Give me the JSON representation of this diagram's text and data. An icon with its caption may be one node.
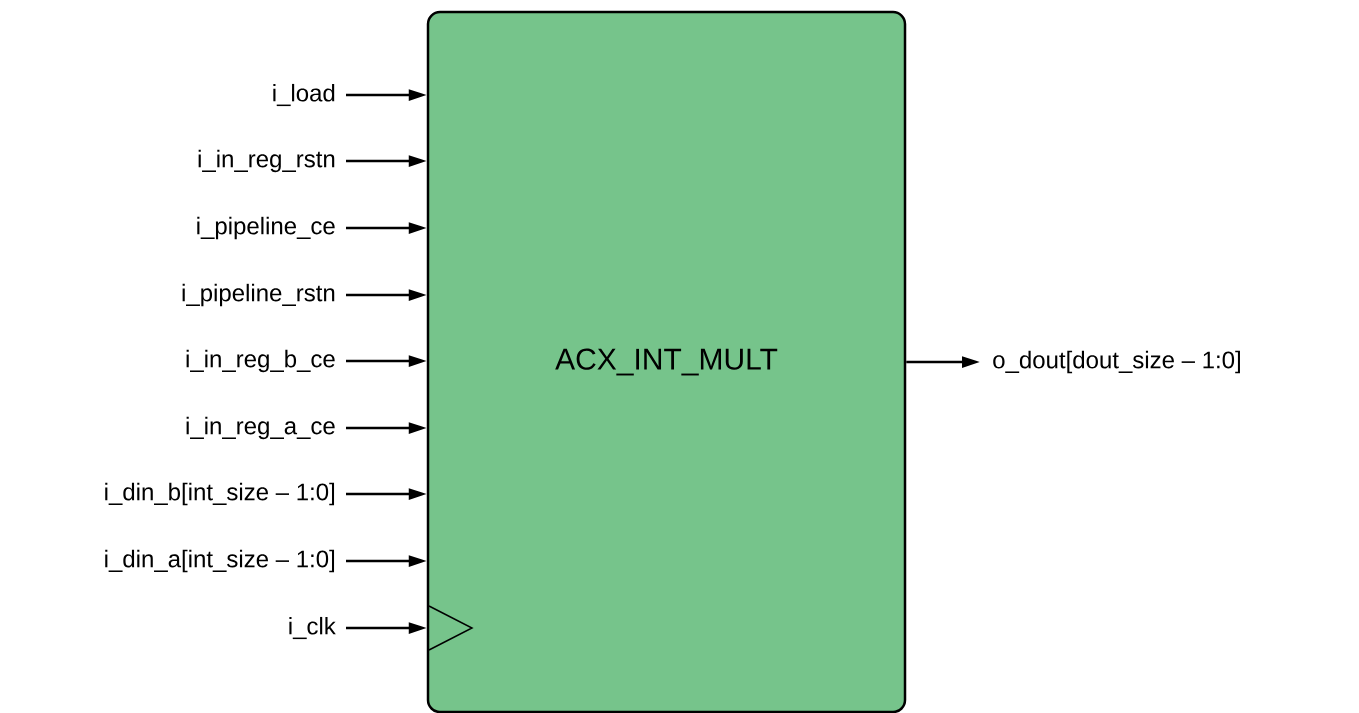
{
  "diagram": {
    "nodes": [
      {
        "text": [
          "ACX_INT_MULT"
        ]
      },
      {
        "text": [
          "i_load"
        ]
      },
      {
        "text": [
          "i_in_reg_rstn"
        ]
      },
      {
        "text": [
          "i_pipeline_ce"
        ]
      },
      {
        "text": [
          "i_pipeline_rstn"
        ]
      },
      {
        "text": [
          "i_in_reg_b_ce"
        ]
      },
      {
        "text": [
          "i_in_reg_a_ce"
        ]
      },
      {
        "text": [
          "i_din_b[int_size – 1:0]"
        ]
      },
      {
        "text": [
          "i_din_a[int_size – 1:0]"
        ]
      },
      {
        "text": [
          "i_clk"
        ]
      },
      {
        "text": [
          "o_dout[dout_size – 1:0]"
        ]
      }
    ],
    "edges": [
      {
        "from": 1,
        "to": 0,
        "arrow": "to"
      },
      {
        "from": 2,
        "to": 0,
        "arrow": "to"
      },
      {
        "from": 3,
        "to": 0,
        "arrow": "to"
      },
      {
        "from": 4,
        "to": 0,
        "arrow": "to"
      },
      {
        "from": 5,
        "to": 0,
        "arrow": "to"
      },
      {
        "from": 6,
        "to": 0,
        "arrow": "to"
      },
      {
        "from": 7,
        "to": 0,
        "arrow": "to"
      },
      {
        "from": 8,
        "to": 0,
        "arrow": "to"
      },
      {
        "from": 9,
        "to": 0,
        "arrow": "to"
      },
      {
        "from": 0,
        "to": 10,
        "arrow": "to"
      }
    ]
  }
}
